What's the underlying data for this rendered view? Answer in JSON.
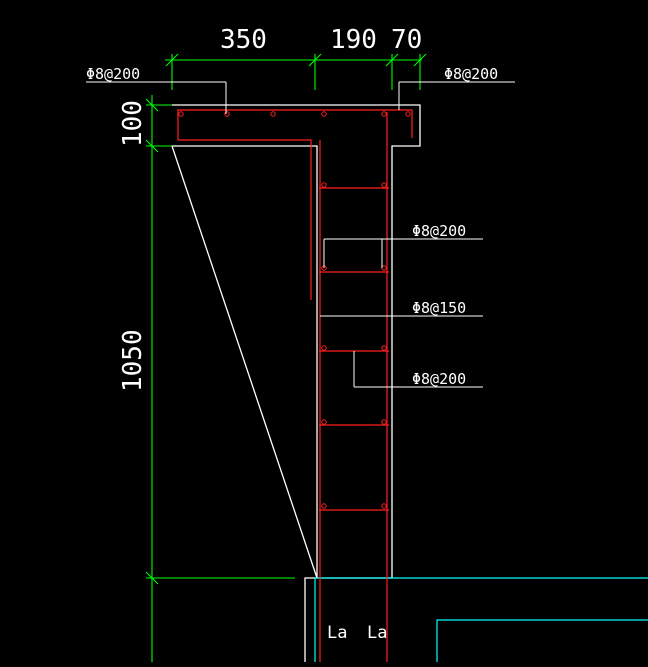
{
  "colors": {
    "background": "#000000",
    "outline": "#ffffff",
    "rebar": "#ff2020",
    "dimension": "#00ff00",
    "ground": "#00ffff"
  },
  "dimensions": {
    "top_1": "350",
    "top_2": "190",
    "top_3": "70",
    "left_1": "100",
    "left_2": "1050"
  },
  "rebar_labels": {
    "slab_left": "Φ8@200",
    "slab_right": "Φ8@200",
    "wall_1": "Φ8@200",
    "wall_2": "Φ8@150",
    "wall_3": "Φ8@200"
  },
  "anchorage": {
    "left": "La",
    "right": "La"
  }
}
